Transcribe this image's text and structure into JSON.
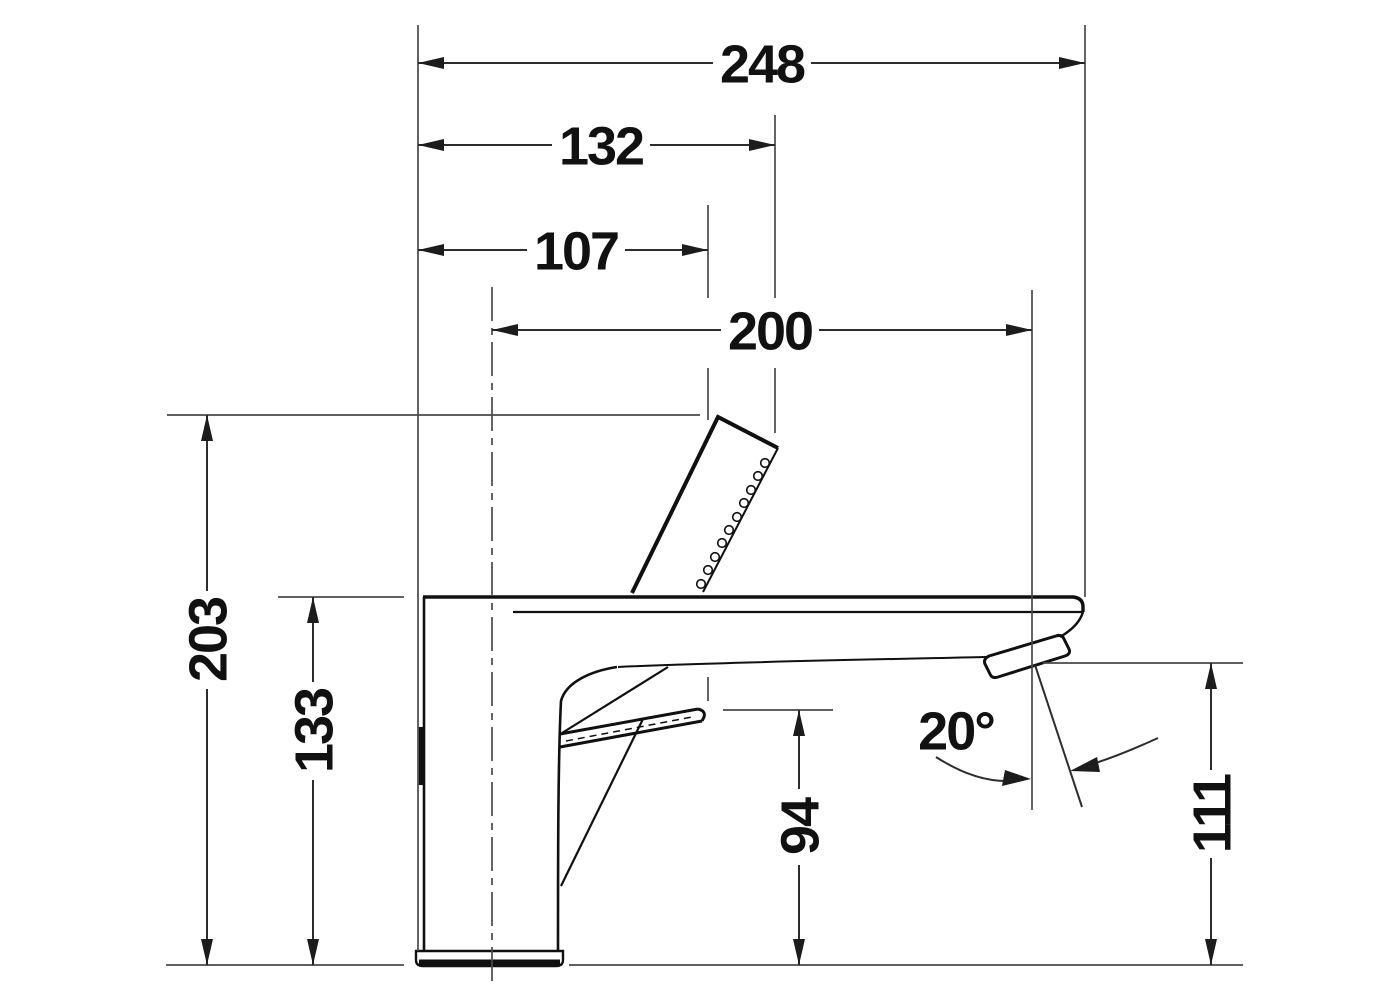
{
  "drawing": {
    "kind": "technical-dimension-drawing",
    "subject": "single-lever-faucet-side-elevation",
    "colors": {
      "background": "#ffffff",
      "outline": "#101010",
      "dimension_lines": "#2d2d2d",
      "reference_lines": "#4a4a4a",
      "text": "#111111"
    },
    "dims": {
      "overall_projection": "248",
      "handle_tip_projection": "132",
      "handle_front_projection": "107",
      "spout_reach": "200",
      "overall_height": "203",
      "body_height": "133",
      "lever_height": "94",
      "spout_outlet_height": "111",
      "spout_angle": "20°"
    }
  }
}
